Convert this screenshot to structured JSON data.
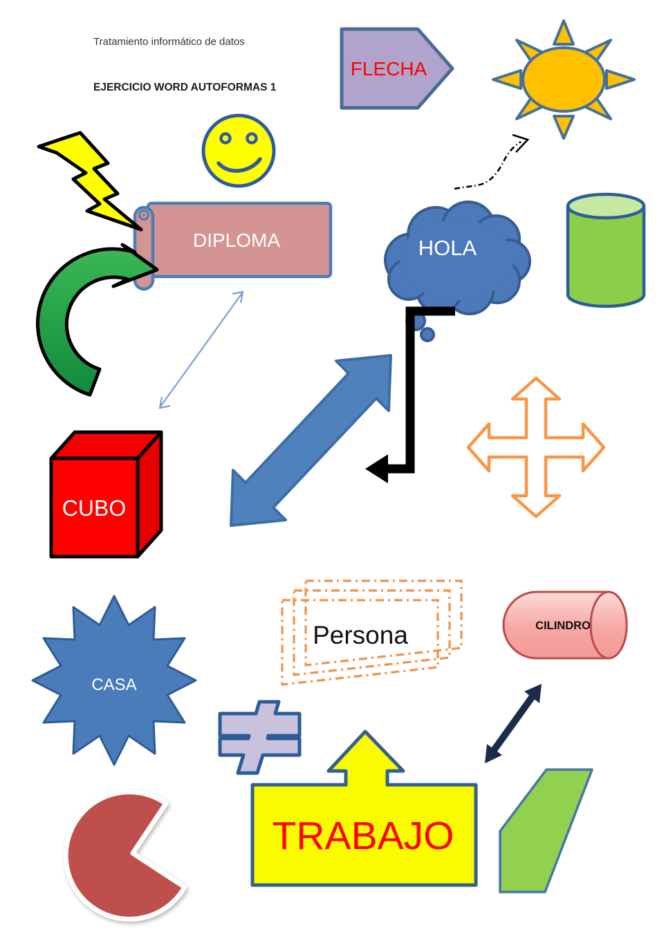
{
  "header": {
    "line1": "Tratamiento informático de datos",
    "line2": "EJERCICIO WORD AUTOFORMAS 1"
  },
  "shapes": {
    "flecha": {
      "label": "FLECHA",
      "fill": "#b1a4cc",
      "stroke": "#4a6b99",
      "text_color": "#ff0000"
    },
    "sun": {
      "fill": "#ffc000",
      "stroke": "#44719b"
    },
    "smiley": {
      "fill": "#ffff00",
      "stroke": "#2e5b9f"
    },
    "lightning": {
      "fill": "#ffff00",
      "stroke": "#000000"
    },
    "diploma": {
      "label": "DIPLOMA",
      "fill": "#d49493",
      "stroke": "#4a7ebb",
      "text_color": "#ffffff"
    },
    "hola": {
      "label": "HOLA",
      "fill": "#4b79ba",
      "stroke": "#365d93",
      "text_color": "#ffffff"
    },
    "cylinder_green": {
      "fill": "#8ace4a",
      "top_fill": "#c6e8a0",
      "stroke": "#2d5c9c"
    },
    "curved_arrow_green": {
      "fill_top": "#3cb854",
      "fill_bottom": "#118a3c",
      "stroke": "#000000"
    },
    "thin_double_arrow": {
      "stroke": "#7b9ed2"
    },
    "cubo": {
      "label": "CUBO",
      "fill": "#ff0000",
      "stroke": "#000000",
      "text_color": "#ffffff"
    },
    "big_double_arrow": {
      "fill": "#4f81bd",
      "stroke": "#3d6da5"
    },
    "elbow_arrow": {
      "stroke": "#000000"
    },
    "quad_arrow": {
      "stroke": "#f79646"
    },
    "casa": {
      "label": "CASA",
      "fill": "#4a7cba",
      "stroke": "#2f5b96",
      "text_color": "#ffffff"
    },
    "persona": {
      "label": "Persona",
      "stroke": "#f0914b",
      "text_color": "#111111"
    },
    "cilindro": {
      "label": "CILINDRO",
      "fill": "#f6a7a4",
      "stroke": "#b94a47",
      "text_color": "#111111"
    },
    "not_equal": {
      "fill": "#c9c2dc",
      "stroke": "#2d5b97"
    },
    "navy_double_arrow": {
      "stroke": "#1b2c49"
    },
    "trabajo": {
      "label": "TRABAJO",
      "fill": "#fbfb00",
      "stroke": "#34618c",
      "text_color": "#ff0000"
    },
    "parallelogram": {
      "fill": "#92d050",
      "stroke": "#4576a9"
    },
    "pacman": {
      "fill": "#bf4f4c",
      "stroke": "#ffffff"
    },
    "dash_curve_arrow": {
      "stroke": "#000000"
    }
  }
}
